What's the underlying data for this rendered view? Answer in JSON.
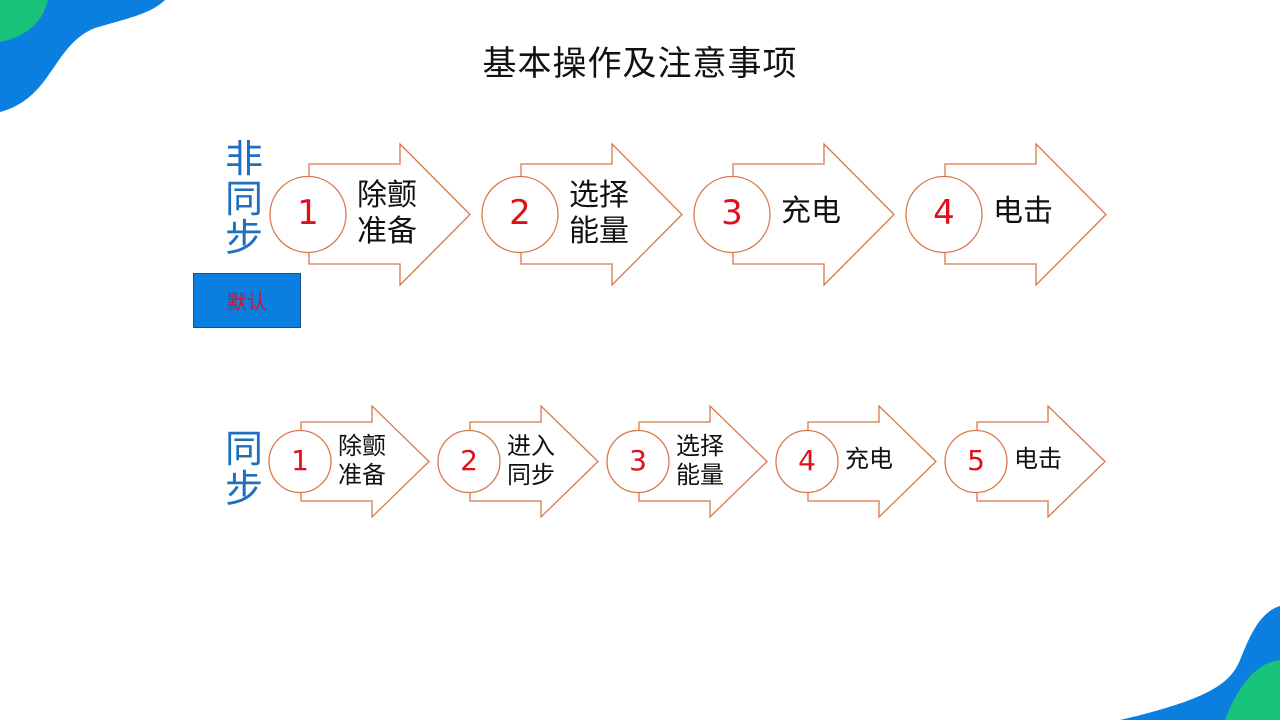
{
  "title": "基本操作及注意事项",
  "colors": {
    "accent_blue": "#0b7fe0",
    "accent_green": "#19c27a",
    "arrow_stroke": "#d9774a",
    "number_red": "#e0101a",
    "side_label_blue": "#1f6fbf"
  },
  "non_sync": {
    "label_chars": [
      "非",
      "同",
      "步"
    ],
    "default_button": "默认",
    "steps": [
      {
        "num": "1",
        "lines": [
          "除颤",
          "准备"
        ]
      },
      {
        "num": "2",
        "lines": [
          "选择",
          "能量"
        ]
      },
      {
        "num": "3",
        "lines": [
          "充电"
        ]
      },
      {
        "num": "4",
        "lines": [
          "电击"
        ]
      }
    ]
  },
  "sync": {
    "label_chars": [
      "同",
      "步"
    ],
    "steps": [
      {
        "num": "1",
        "lines": [
          "除颤",
          "准备"
        ]
      },
      {
        "num": "2",
        "lines": [
          "进入",
          "同步"
        ]
      },
      {
        "num": "3",
        "lines": [
          "选择",
          "能量"
        ]
      },
      {
        "num": "4",
        "lines": [
          "充电"
        ]
      },
      {
        "num": "5",
        "lines": [
          "电击"
        ]
      }
    ]
  }
}
